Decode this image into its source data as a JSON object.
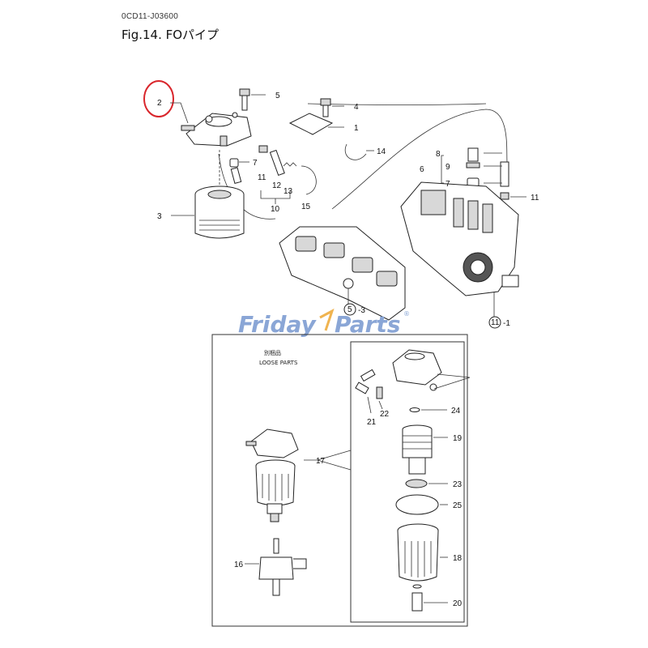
{
  "header": {
    "code": "0CD11-J03600",
    "title": "Fig.14.  FOパイプ"
  },
  "watermark": {
    "part1": "Friday",
    "part2": "Parts",
    "symbol": "®",
    "color_main": "#8aa6d6",
    "color_accent": "#f0b450"
  },
  "loose_parts": {
    "title_jp": "別梱品",
    "title_en": "LOOSE PARTS"
  },
  "callouts": {
    "c1": "1",
    "c2": "2",
    "c3": "3",
    "c4": "4",
    "c5": "5",
    "c6": "6",
    "c7a": "7",
    "c7b": "7",
    "c8": "8",
    "c9": "9",
    "c10": "10",
    "c11a": "11",
    "c11b": "11",
    "c11c": "11",
    "c11c_suffix": "-1",
    "c12": "12",
    "c13": "13",
    "c14": "14",
    "c15": "15",
    "c5b": "5",
    "c5b_suffix": "-3",
    "c16": "16",
    "c17": "17",
    "c18": "18",
    "c19": "19",
    "c20": "20",
    "c21": "21",
    "c22": "22",
    "c23": "23",
    "c24": "24",
    "c25": "25"
  },
  "highlight_color": "#d9262c"
}
